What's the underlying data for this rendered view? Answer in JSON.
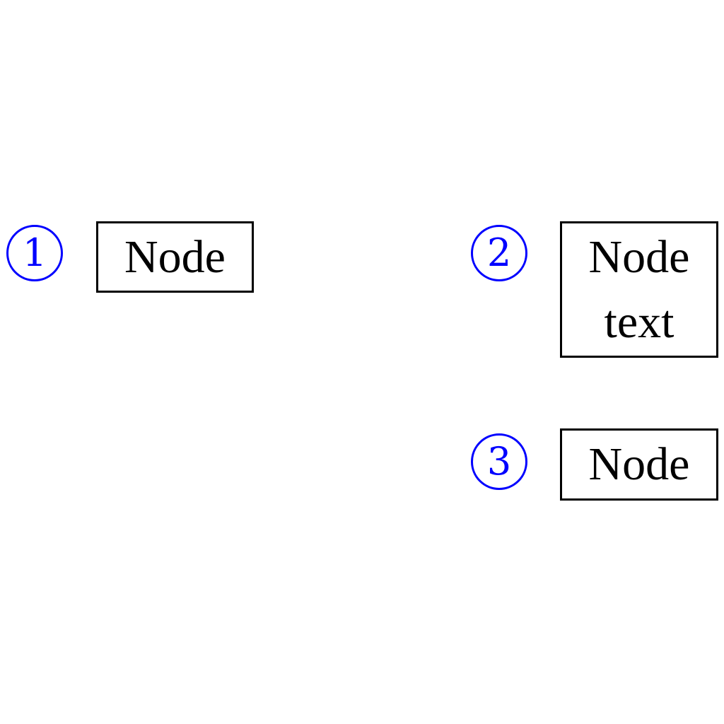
{
  "colors": {
    "marker": "#0000ff",
    "node_border": "#000000",
    "node_text": "#000000",
    "background": "#ffffff"
  },
  "markers": [
    {
      "label": "1"
    },
    {
      "label": "2"
    },
    {
      "label": "3"
    }
  ],
  "nodes": [
    {
      "lines": [
        "Node"
      ]
    },
    {
      "lines": [
        "Node",
        "text"
      ]
    },
    {
      "lines": [
        "Node"
      ]
    }
  ]
}
